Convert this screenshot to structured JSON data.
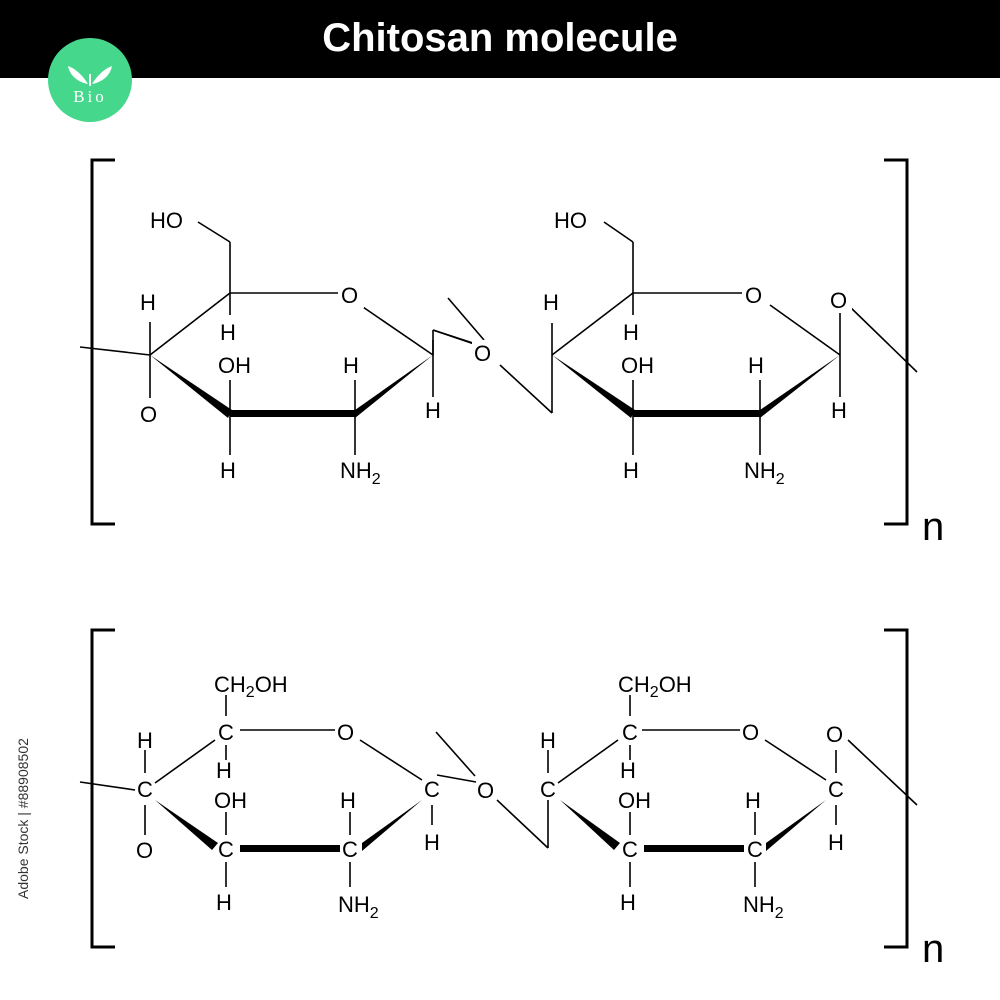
{
  "header": {
    "title": "Chitosan molecule"
  },
  "badge": {
    "text": "Bio",
    "icon": "leaf-sprout-icon",
    "color": "#45d88c"
  },
  "watermark": {
    "id": "#88908502",
    "text": "Adobe Stock"
  },
  "top_structure": {
    "repeat_label": "n",
    "unit1": {
      "ch2oh": "HO",
      "h_c5": "H",
      "h_c4": "H",
      "ring_o": "O",
      "oh_c3": "OH",
      "h_c3": "H",
      "h_c2": "H",
      "nh2_base": "NH",
      "nh2_sub": "2",
      "h_c1": "H",
      "o_left": "O"
    },
    "bridge_o": "O",
    "unit2": {
      "ch2oh": "HO",
      "h_c5": "H",
      "h_c4": "H",
      "ring_o": "O",
      "oh_c3": "OH",
      "h_c3": "H",
      "h_c2": "H",
      "nh2_base": "NH",
      "nh2_sub": "2",
      "h_c1": "H",
      "o_right": "O"
    }
  },
  "bottom_structure": {
    "repeat_label": "n",
    "unit1": {
      "ch2oh_base": "CH",
      "ch2oh_sub": "2",
      "ch2oh_tail": "OH",
      "c5": "C",
      "h_c5": "H",
      "c4": "C",
      "h_c4": "H",
      "ring_o": "O",
      "c3": "C",
      "oh_c3": "OH",
      "h_c3": "H",
      "c2": "C",
      "h_c2": "H",
      "nh2_base": "NH",
      "nh2_sub": "2",
      "c1": "C",
      "h_c1": "H",
      "o_left": "O"
    },
    "bridge_o": "O",
    "unit2": {
      "ch2oh_base": "CH",
      "ch2oh_sub": "2",
      "ch2oh_tail": "OH",
      "c5": "C",
      "h_c5": "H",
      "c4": "C",
      "h_c4": "H",
      "ring_o": "O",
      "c3": "C",
      "oh_c3": "OH",
      "h_c3": "H",
      "c2": "C",
      "h_c2": "H",
      "nh2_base": "NH",
      "nh2_sub": "2",
      "c1": "C",
      "h_c1": "H",
      "o_right": "O"
    }
  }
}
